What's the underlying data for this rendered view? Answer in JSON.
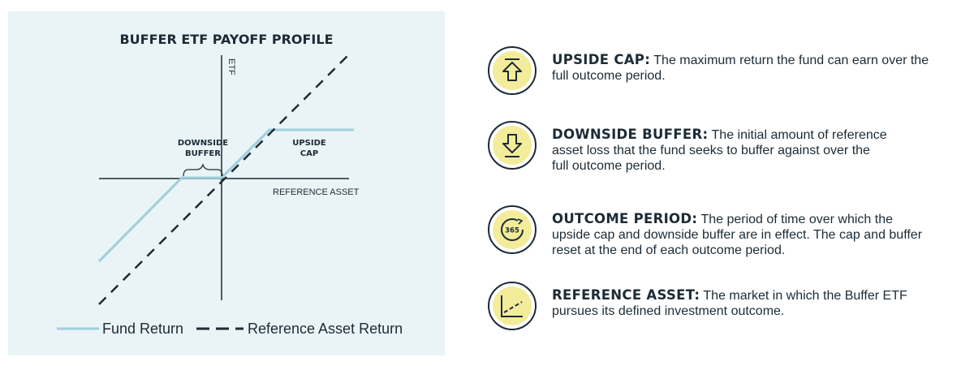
{
  "chart": {
    "title": "BUFFER ETF PAYOFF PROFILE",
    "y_axis_label": "ETF",
    "x_axis_label": "REFERENCE ASSET",
    "region_labels": [
      {
        "line1": "DOWNSIDE",
        "line2": "BUFFER"
      },
      {
        "line1": "UPSIDE",
        "line2": "CAP"
      }
    ],
    "legend": [
      {
        "label": "Fund Return",
        "style": "solid",
        "color": "#9fcfdb"
      },
      {
        "label": "Reference Asset Return",
        "style": "dashed",
        "color": "#1c2b36"
      }
    ]
  },
  "definitions": [
    {
      "icon": "upside-cap-icon",
      "term": "UPSIDE CAP:",
      "lines": [
        "The maximum return the fund can earn over the",
        "full outcome period."
      ]
    },
    {
      "icon": "downside-buffer-icon",
      "term": "DOWNSIDE BUFFER:",
      "lines": [
        "The initial amount of reference",
        "asset loss that the fund seeks to buffer against over the",
        "full outcome period."
      ]
    },
    {
      "icon": "outcome-period-icon",
      "icon_text": "365",
      "term": "OUTCOME PERIOD:",
      "lines": [
        "The period of time over which the",
        "upside cap and downside buffer are in effect. The cap and buffer",
        "reset at the end of each outcome period."
      ]
    },
    {
      "icon": "reference-asset-icon",
      "term": "REFERENCE ASSET:",
      "lines": [
        "The market in which the Buffer ETF",
        "pursues its defined investment outcome."
      ]
    }
  ],
  "colors": {
    "panel_bg": "#eaf4f7",
    "fund_line": "#9fcfdb",
    "dark": "#1c2b36",
    "icon_fill": "#f3ec9a"
  }
}
